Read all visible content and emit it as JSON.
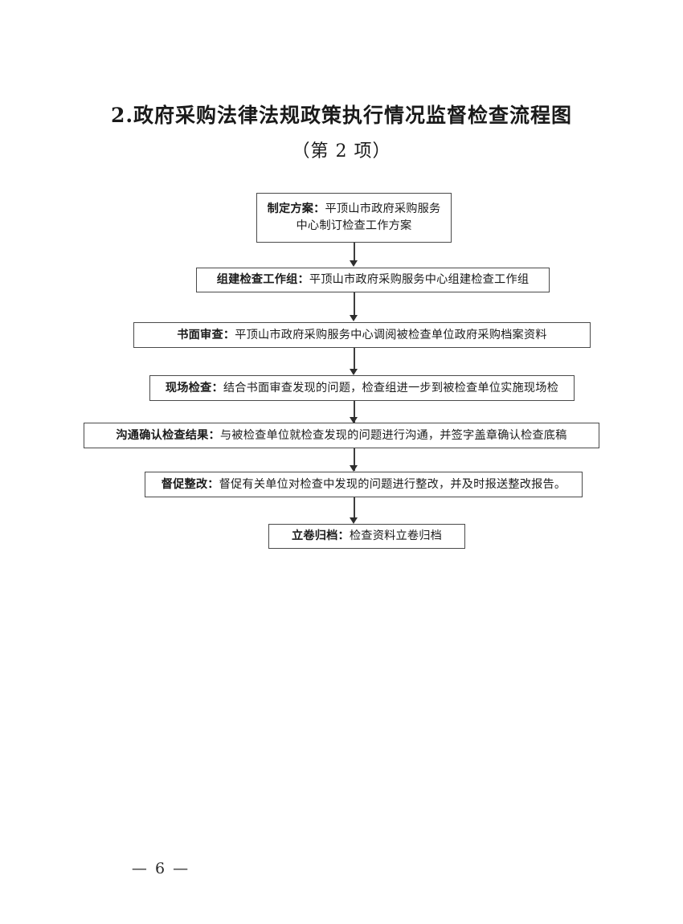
{
  "document": {
    "title": "2.政府采购法律法规政策执行情况监督检查流程图",
    "subtitle": "（第 2 项）",
    "page_number": "— 6 —"
  },
  "flowchart": {
    "type": "flowchart",
    "orientation": "top-to-bottom",
    "connector_style": "vertical-line-with-solid-arrowhead",
    "nodes": [
      {
        "id": "node-1",
        "label": "制定方案：",
        "text": "平顶山市政府采购服务",
        "text_line2": "中心制订检查工作方案"
      },
      {
        "id": "node-2",
        "label": "组建检查工作组：",
        "text": "平顶山市政府采购服务中心组建检查工作组"
      },
      {
        "id": "node-3",
        "label": "书面审查：",
        "text": "平顶山市政府采购服务中心调阅被检查单位政府采购档案资料"
      },
      {
        "id": "node-4",
        "label": "现场检查：",
        "text": "结合书面审查发现的问题，检查组进一步到被检查单位实施现场检"
      },
      {
        "id": "node-5",
        "label": "沟通确认检查结果：",
        "text": "与被检查单位就检查发现的问题进行沟通，并签字盖章确认检查底稿"
      },
      {
        "id": "node-6",
        "label": "督促整改：",
        "text": "督促有关单位对检查中发现的问题进行整改，并及时报送整改报告。"
      },
      {
        "id": "node-7",
        "label": "立卷归档：",
        "text": "检查资料立卷归档"
      }
    ]
  },
  "colors": {
    "page_background": "#ffffff",
    "text": "#1b1b1b",
    "box_border": "#4a4a4a",
    "connector": "#3d3d3d"
  }
}
